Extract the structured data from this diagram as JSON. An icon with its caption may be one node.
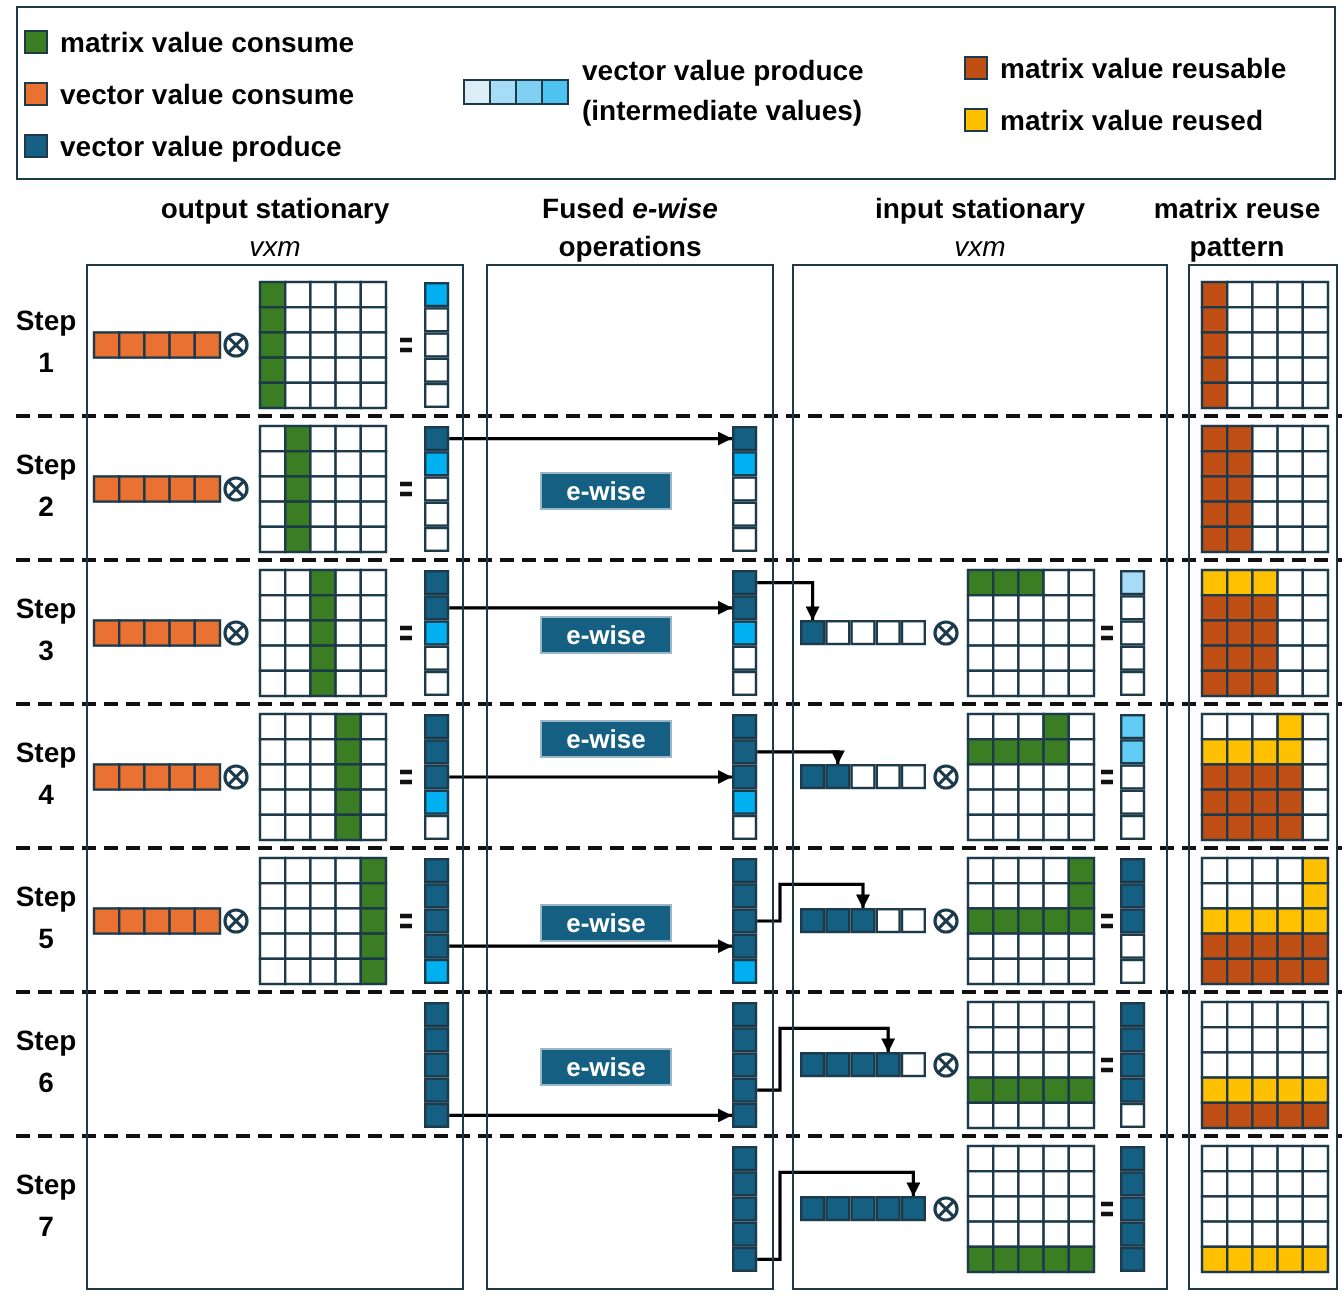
{
  "diagram": {
    "nodes": [
      {
        "text": [
          "output stationary",
          "vxm"
        ]
      },
      {
        "text": [
          "Fused *e-wise* operations"
        ]
      },
      {
        "text": [
          "input stationary",
          "vxm"
        ]
      },
      {
        "text": [
          "matrix reuse pattern"
        ]
      },
      {
        "text": [
          "e-wise"
        ],
        "in": 1
      },
      {
        "text": [
          "e-wise"
        ],
        "in": 1
      },
      {
        "text": [
          "e-wise"
        ],
        "in": 1
      },
      {
        "text": [
          "e-wise"
        ],
        "in": 1
      },
      {
        "text": [
          "e-wise"
        ],
        "in": 1
      },
      {
        "text": [],
        "shape": "bar",
        "in": 0
      },
      {
        "text": [],
        "shape": "bar",
        "in": 0
      },
      {
        "text": [],
        "shape": "bar",
        "in": 0
      },
      {
        "text": [],
        "shape": "bar",
        "in": 0
      },
      {
        "text": [],
        "shape": "bar",
        "in": 0
      },
      {
        "text": [],
        "shape": "bar",
        "in": 0
      },
      {
        "text": [],
        "shape": "bar",
        "in": 1
      },
      {
        "text": [],
        "shape": "bar",
        "in": 1
      },
      {
        "text": [],
        "shape": "bar",
        "in": 1
      },
      {
        "text": [],
        "shape": "bar",
        "in": 1
      },
      {
        "text": [],
        "shape": "bar",
        "in": 1
      },
      {
        "text": [],
        "shape": "bar",
        "in": 1
      },
      {
        "text": [],
        "shape": "bar",
        "in": 2
      },
      {
        "text": [],
        "shape": "bar",
        "in": 2
      },
      {
        "text": [],
        "shape": "bar",
        "in": 2
      },
      {
        "text": [],
        "shape": "bar",
        "in": 2
      },
      {
        "text": [],
        "shape": "bar",
        "in": 2
      },
      {
        "text": [],
        "shape": "bar",
        "in": 2
      },
      {
        "text": [],
        "shape": "bar",
        "in": 2
      },
      {
        "text": [],
        "shape": "bar",
        "in": 2
      },
      {
        "text": [],
        "shape": "bar",
        "in": 2
      },
      {
        "text": [],
        "shape": "bar",
        "in": 2
      }
    ],
    "edges": [
      {
        "from": 10,
        "to": 15,
        "arrow": "to"
      },
      {
        "from": 11,
        "to": 16,
        "arrow": "to"
      },
      {
        "from": 12,
        "to": 17,
        "arrow": "to"
      },
      {
        "from": 13,
        "to": 18,
        "arrow": "to"
      },
      {
        "from": 14,
        "to": 19,
        "arrow": "to"
      },
      {
        "from": 16,
        "to": 21,
        "arrow": "to"
      },
      {
        "from": 17,
        "to": 22,
        "arrow": "to"
      },
      {
        "from": 18,
        "to": 23,
        "arrow": "to"
      },
      {
        "from": 19,
        "to": 24,
        "arrow": "to"
      },
      {
        "from": 20,
        "to": 25,
        "arrow": "to"
      }
    ],
    "labels": [
      "Step 1",
      "Step 2",
      "Step 3",
      "Step 4",
      "Step 5",
      "Step 6",
      "Step 7"
    ],
    "legend": [
      {
        "text": "matrix value consume",
        "color": "#3a7d22"
      },
      {
        "text": "vector value consume",
        "color": "#e97132"
      },
      {
        "text": "vector value produce",
        "color": "#156082"
      },
      {
        "text": "vector value produce (intermediate values)"
      },
      {
        "text": "matrix value reusable",
        "color": "#c04f15"
      },
      {
        "text": "matrix value reused",
        "color": "#ffc000"
      }
    ]
  }
}
